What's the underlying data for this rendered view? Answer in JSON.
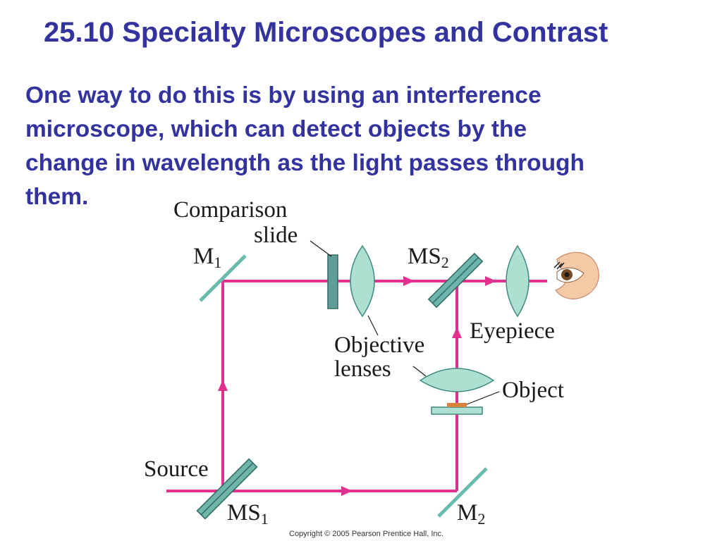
{
  "slide": {
    "title": "25.10 Specialty Microscopes and Contrast",
    "body_lines": [
      "One way to do this is by using an interference",
      "microscope, which can detect objects by the",
      "change in wavelength as the light passes through",
      "them."
    ]
  },
  "diagram": {
    "labels": {
      "comparison_line1": "Comparison",
      "comparison_line2": "slide",
      "m1_main": "M",
      "m1_sub": "1",
      "ms2_main": "MS",
      "ms2_sub": "2",
      "eyepiece": "Eyepiece",
      "objective_line1": "Objective",
      "objective_line2": "lenses",
      "object": "Object",
      "source": "Source",
      "ms1_main": "MS",
      "ms1_sub": "1",
      "m2_main": "M",
      "m2_sub": "2"
    },
    "colors": {
      "beam": "#e2308e",
      "optic_fill": "#aee0d2",
      "optic_stroke": "#3f8a80",
      "mirror": "#6cbcae",
      "slide_fill": "#5f9e96",
      "object_marker": "#d8823c"
    }
  },
  "copyright": "Copyright © 2005 Pearson Prentice Hall, Inc."
}
